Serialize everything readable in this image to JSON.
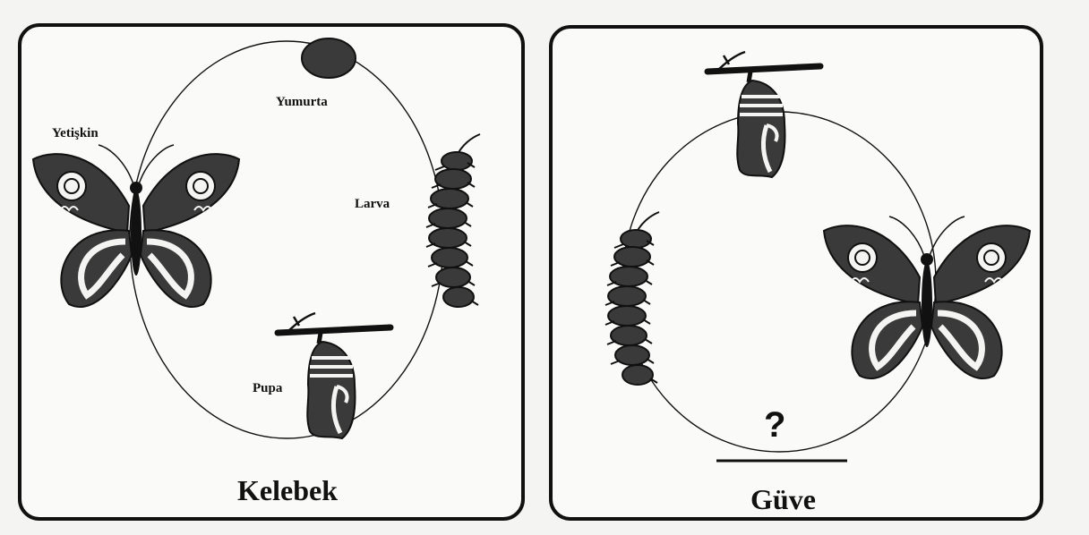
{
  "panels": {
    "butterfly": {
      "title": "Kelebek",
      "stages": {
        "egg": "Yumurta",
        "larva": "Larva",
        "pupa": "Pupa",
        "adult": "Yetişkin"
      }
    },
    "moth": {
      "title": "Güve",
      "missing_stage": "?"
    }
  },
  "icons": [
    "egg-icon",
    "caterpillar-icon",
    "chrysalis-icon",
    "butterfly-icon",
    "twig-icon"
  ],
  "colors": {
    "ink": "#111111",
    "paper": "#f4f4f2",
    "shade": "#3a3a3a"
  }
}
